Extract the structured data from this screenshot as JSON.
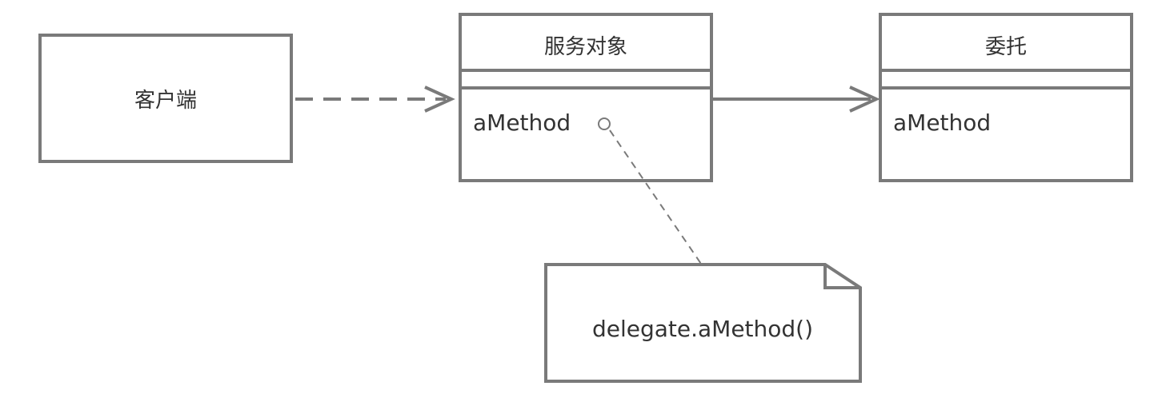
{
  "client": {
    "label": "客户端"
  },
  "service_object": {
    "title": "服务对象",
    "method": "aMethod"
  },
  "delegate": {
    "title": "委托",
    "method": "aMethod"
  },
  "note": {
    "text": "delegate.aMethod()"
  },
  "colors": {
    "stroke": "#7a7a7a",
    "text": "#333333",
    "background": "#ffffff"
  }
}
